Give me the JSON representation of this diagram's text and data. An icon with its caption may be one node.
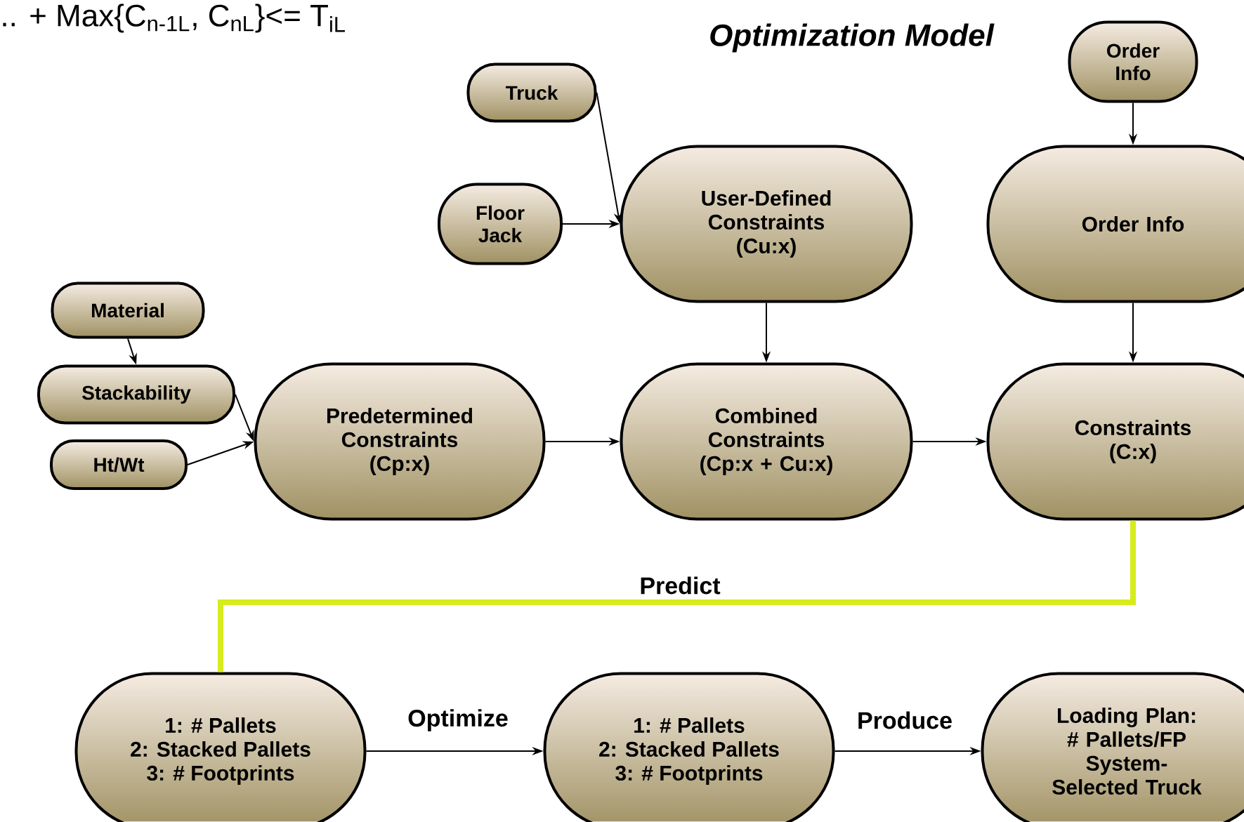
{
  "diagram": {
    "title": "Optimization Model",
    "nodes": [
      {
        "text": [
          "Truck"
        ]
      },
      {
        "text": [
          "Floor Jack"
        ]
      },
      {
        "text": [
          "User-Defined Constraints (Cu:x)"
        ]
      },
      {
        "text": [
          "Order Info"
        ]
      },
      {
        "text": [
          "Order Info"
        ]
      },
      {
        "text": [
          "Material"
        ]
      },
      {
        "text": [
          "Stackability"
        ]
      },
      {
        "text": [
          "Ht/Wt"
        ]
      },
      {
        "text": [
          "Predetermined Constraints (Cp:x)"
        ]
      },
      {
        "text": [
          "Combined Constraints (Cp:x + Cu:x)"
        ]
      },
      {
        "text": [
          "Constraints (C:x)"
        ]
      },
      {
        "text": [
          "1: # Pallets",
          "2: Stacked Pallets",
          "3: # Footprints"
        ]
      },
      {
        "text": [
          "1: # Pallets",
          "2: Stacked Pallets",
          "3: # Footprints"
        ]
      },
      {
        "text": [
          "Loading Plan:",
          "# Pallets/FP System-Selected Truck"
        ]
      }
    ],
    "edges": [
      {
        "from": 0,
        "to": 2,
        "arrow": "to"
      },
      {
        "from": 1,
        "to": 2,
        "arrow": "to"
      },
      {
        "from": 3,
        "to": 4,
        "arrow": "to"
      },
      {
        "from": 2,
        "to": 9,
        "arrow": "to"
      },
      {
        "from": 4,
        "to": 10,
        "arrow": "to"
      },
      {
        "from": 5,
        "to": 6,
        "arrow": "to"
      },
      {
        "from": 6,
        "to": 8,
        "arrow": "to"
      },
      {
        "from": 7,
        "to": 8,
        "arrow": "to"
      },
      {
        "from": 8,
        "to": 9,
        "arrow": "to"
      },
      {
        "from": 9,
        "to": 10,
        "arrow": "to"
      },
      {
        "from": 10,
        "to": 11,
        "arrow": "none",
        "label": "Predict",
        "style": "thick",
        "color": "#d6ec1c"
      },
      {
        "from": 11,
        "to": 12,
        "arrow": "to",
        "label": "Optimize"
      },
      {
        "from": 12,
        "to": 13,
        "arrow": "to",
        "label": "Produce"
      }
    ],
    "labels": [
      ".. + Max{C$_{n-1L}$, C$_{nL}$}<= T$_{iL}$"
    ]
  }
}
